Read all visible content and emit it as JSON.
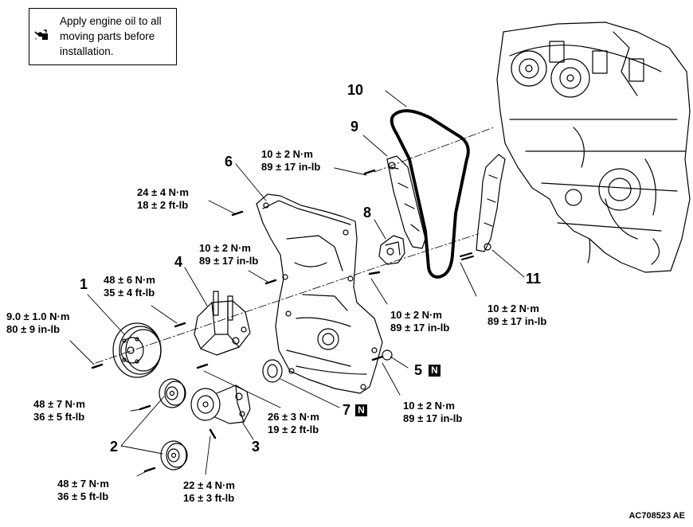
{
  "note": {
    "icon": "oil-can-icon",
    "lines": [
      "Apply engine oil to all",
      "moving parts before",
      "installation."
    ]
  },
  "callouts": {
    "c1": "1",
    "c2": "2",
    "c3": "3",
    "c4": "4",
    "c5": "5",
    "c6": "6",
    "c7": "7",
    "c8": "8",
    "c9": "9",
    "c10": "10",
    "c11": "11"
  },
  "n_badge": "N",
  "torques": {
    "t9_top": [
      "10 ± 2 N·m",
      "89 ± 17 in-lb"
    ],
    "t6": [
      "24 ± 4 N·m",
      "18 ± 2 ft-lb"
    ],
    "t_cover_upper": [
      "10 ± 2 N·m",
      "89 ± 17 in-lb"
    ],
    "t4": [
      "48 ± 6 N·m",
      "35 ± 4 ft-lb"
    ],
    "t1": [
      "9.0 ± 1.0 N·m",
      "80 ± 9 in-lb"
    ],
    "t8": [
      "10 ± 2 N·m",
      "89 ± 17 in-lb"
    ],
    "t11": [
      "10 ± 2 N·m",
      "89 ± 17 in-lb"
    ],
    "t5": [
      "10 ± 2 N·m",
      "89 ± 17 in-lb"
    ],
    "t_bracket": [
      "26 ± 3 N·m",
      "19 ± 2 ft-lb"
    ],
    "t2_upper": [
      "48 ± 7 N·m",
      "36 ± 5 ft-lb"
    ],
    "t3": [
      "22 ± 4 N·m",
      "16 ± 3 ft-lb"
    ],
    "t2_lower": [
      "48 ± 7 N·m",
      "36 ± 5 ft-lb"
    ]
  },
  "figure_code": "AC708523 AE"
}
